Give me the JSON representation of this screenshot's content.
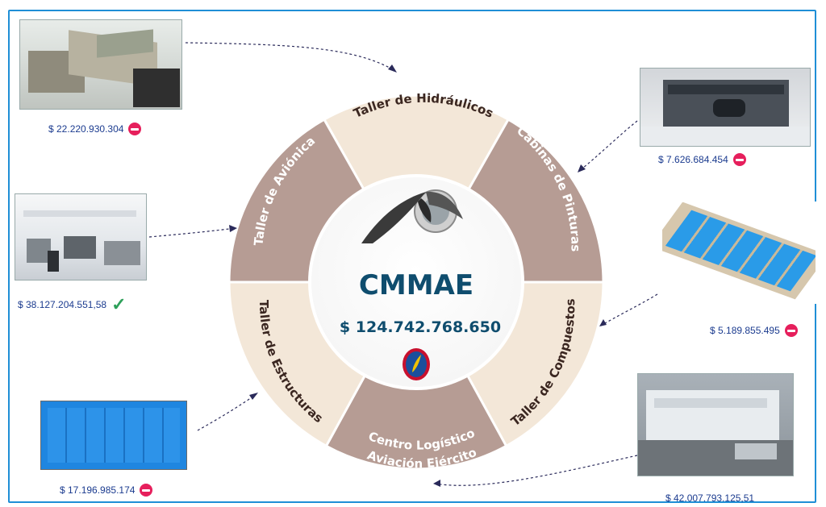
{
  "center": {
    "title": "CMMAE",
    "total": "$ 124.742.768.650"
  },
  "segments": [
    {
      "label": "Taller de Hidráulicos"
    },
    {
      "label": "Cabinas de Pinturas"
    },
    {
      "label": "Taller de Compuestos"
    },
    {
      "label": "Centro Logístico"
    },
    {
      "label": "Aviación Ejército"
    },
    {
      "label": "Taller de Estructuras"
    },
    {
      "label": "Taller de Aviónica"
    }
  ],
  "items": [
    {
      "name": "Taller de Hidráulicos",
      "amount": "$ 22.220.930.304",
      "status": "minus-icon"
    },
    {
      "name": "Cabinas de Pinturas",
      "amount": "$ 7.626.684.454",
      "status": "minus-icon"
    },
    {
      "name": "Taller de Aviónica",
      "amount": "$ 38.127.204.551,58",
      "status": "check-icon"
    },
    {
      "name": "Taller de Compuestos",
      "amount": "$ 5.189.855.495",
      "status": "minus-icon"
    },
    {
      "name": "Taller de Estructuras",
      "amount": "$ 17.196.985.174",
      "status": "minus-icon"
    },
    {
      "name": "Centro Logístico Aviación Ejército",
      "amount": "$ 42.007.793.125,51",
      "status": "none"
    }
  ],
  "colors": {
    "frame": "#1f8fd6",
    "segment_dark": "#b69c94",
    "segment_light": "#f3e7d8",
    "center_text": "#0f4d6e",
    "amount_text": "#1b3b8f",
    "minus": "#e61f5c",
    "check": "#2ea05a"
  }
}
